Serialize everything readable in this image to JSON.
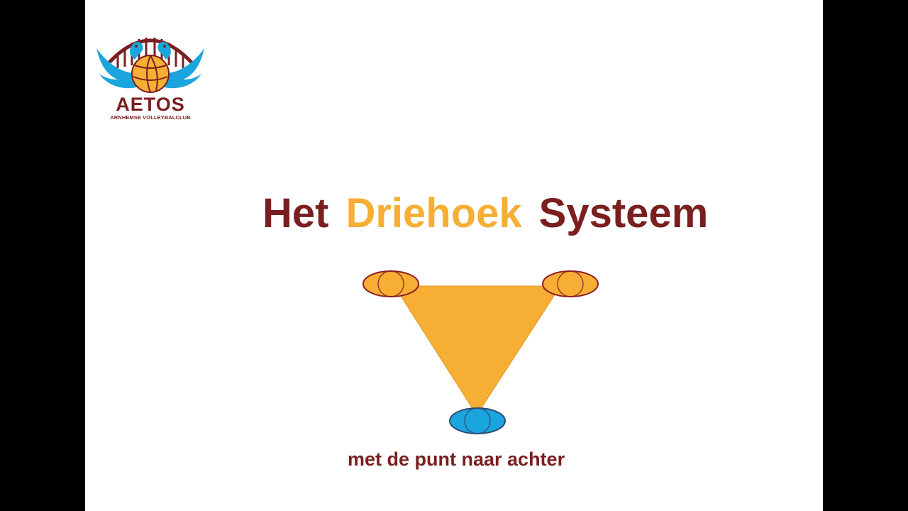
{
  "logo": {
    "name": "AETOS",
    "subtitle": "ARNHEMSE VOLLEYBALCLUB"
  },
  "title": {
    "word1": "Het",
    "word2": "Driehoek",
    "word3": "Systeem"
  },
  "subtitle": "met de punt naar achter",
  "colors": {
    "maroon": "#7a1f1f",
    "orange": "#f6ae35",
    "blue": "#1ba5de",
    "player_outline_orange": "#8a1f1f",
    "player_outline_blue": "#2d4a73"
  },
  "diagram": {
    "shape": "triangle",
    "players": [
      {
        "role": "front-left",
        "color": "orange"
      },
      {
        "role": "front-right",
        "color": "orange"
      },
      {
        "role": "back-point",
        "color": "blue"
      }
    ]
  }
}
